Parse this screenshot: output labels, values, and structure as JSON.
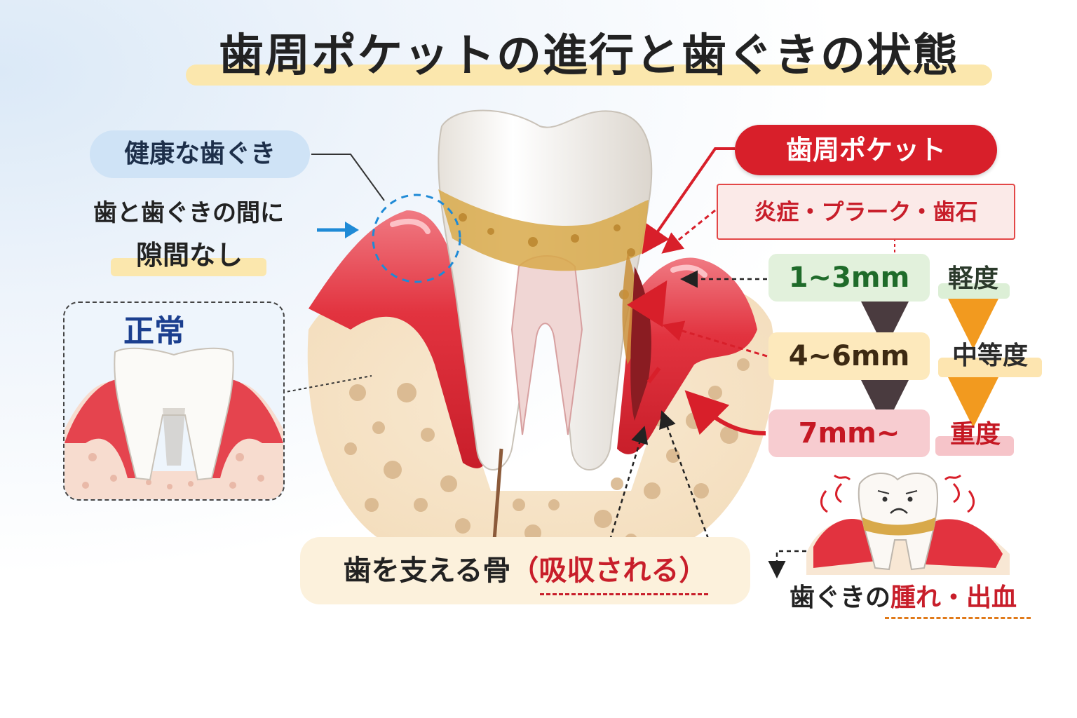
{
  "title": "歯周ポケットの進行と歯ぐきの状態",
  "left": {
    "healthy_badge": "健康な歯ぐき",
    "line1": "歯と歯ぐきの間に",
    "line2": "隙間なし",
    "normal_label": "正常"
  },
  "right": {
    "pocket_badge": "歯周ポケット",
    "causes": "炎症・プラーク・歯石",
    "stages": [
      {
        "depth": "1~3mm",
        "severity": "軽度"
      },
      {
        "depth": "4~6mm",
        "severity": "中等度"
      },
      {
        "depth": "7mm~",
        "severity": "重度"
      }
    ],
    "gum_text_a": "歯ぐきの",
    "gum_text_b": "腫れ・出血"
  },
  "bottom": {
    "bone_text_a": "歯を支える骨",
    "bone_text_b": "（吸収される）"
  },
  "colors": {
    "gum": "#e2333f",
    "gum_light": "#f7b6bd",
    "tooth": "#f6f3ee",
    "bone": "#f5e2c4",
    "bone_hole": "#d9b78e",
    "tartar": "#d8a94a",
    "accent_red": "#d81f2a",
    "accent_blue": "#1f8ad6"
  }
}
